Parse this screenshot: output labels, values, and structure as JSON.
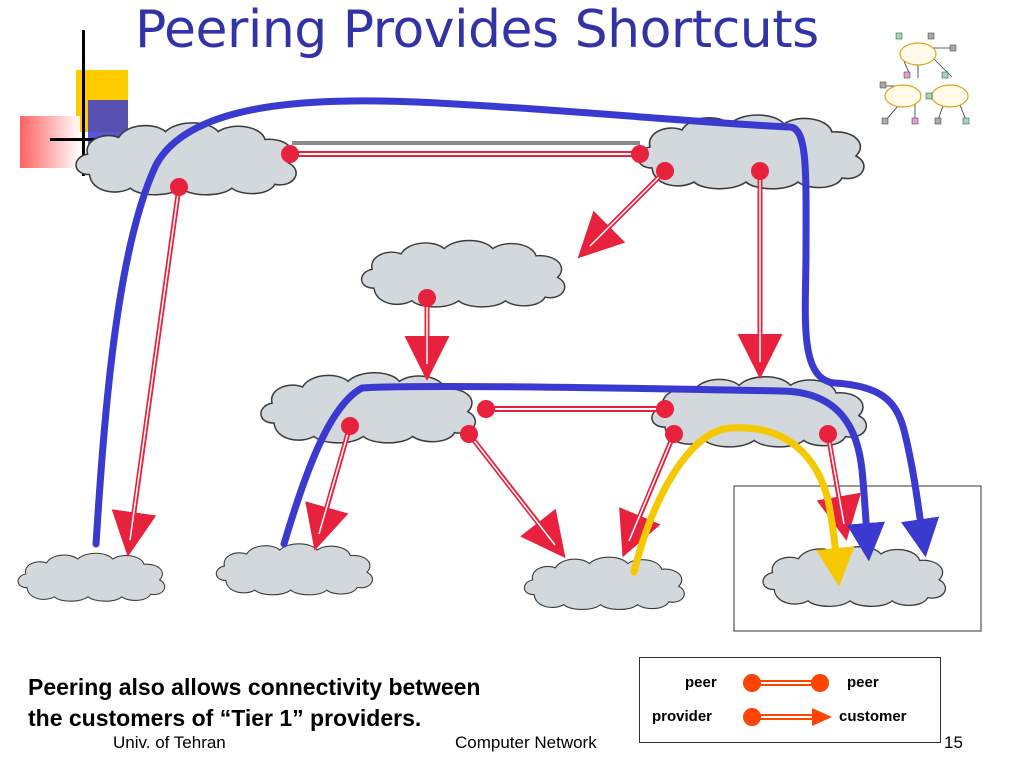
{
  "slide": {
    "title": "Peering Provides Shortcuts",
    "caption_line1": "Peering also allows connectivity between",
    "caption_line2": "the customers of “Tier 1” providers.",
    "footer_left": "Univ. of Tehran",
    "footer_center": "Computer Network",
    "page_number": "15"
  },
  "legend": {
    "peer_left": "peer",
    "peer_right": "peer",
    "provider": "provider",
    "customer": "customer"
  },
  "colors": {
    "title": "#3333a8",
    "cloud_fill": "#d2d8db",
    "link_red": "#e8213c",
    "path_blue": "#3a3ad0",
    "path_gold": "#f5c800",
    "legend_orange": "#ff4400"
  }
}
